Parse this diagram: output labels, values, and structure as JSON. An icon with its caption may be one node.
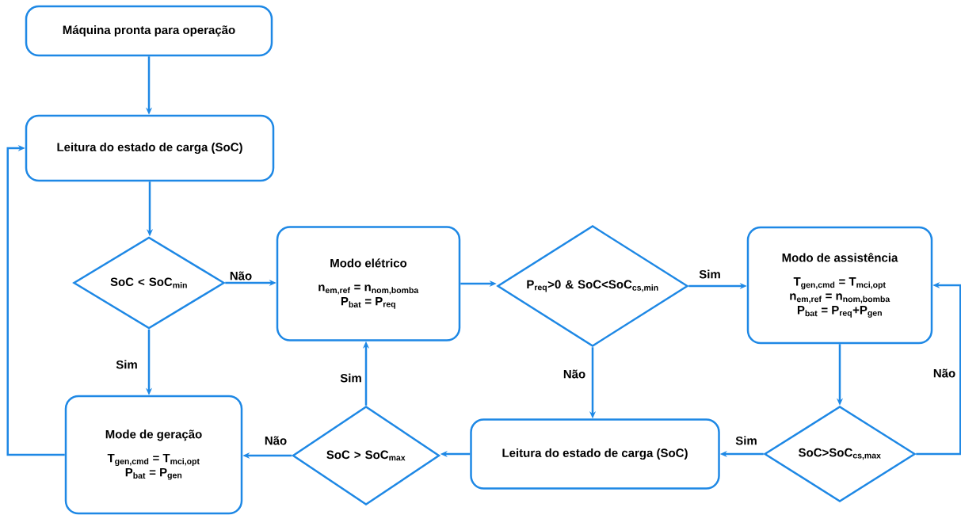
{
  "diagram": {
    "nodes": [
      {
        "text": [
          "Máquina pronta para operação"
        ]
      },
      {
        "text": [
          "Leitura do estado de carga (SoC)"
        ]
      },
      {
        "text": [
          "SoC < SoC$_{min}$"
        ]
      },
      {
        "text": [
          "Modo elétrico",
          "n$_{em,ref}$ = n$_{nom,bomba}$",
          "P$_{bat}$ = P$_{req}$"
        ]
      },
      {
        "text": [
          "P$_{req}$>0 & SoC<SoC$_{cs,min}$"
        ]
      },
      {
        "text": [
          "Modo de assistência",
          "T$_{gen,cmd}$ = T$_{mci,opt}$",
          "n$_{em,ref}$ = n$_{nom,bomba}$",
          "P$_{bat}$ = P$_{req}$+P$_{gen}$"
        ]
      },
      {
        "text": [
          "Mode de geração",
          "T$_{gen,cmd}$ = T$_{mci,opt}$",
          "P$_{bat}$ = P$_{gen}$"
        ]
      },
      {
        "text": [
          "SoC > SoC$_{max}$"
        ]
      },
      {
        "text": [
          "Leitura do estado de carga (SoC)"
        ]
      },
      {
        "text": [
          "SoC>SoC$_{cs,max}$"
        ]
      }
    ],
    "edges": [
      {
        "from": 0,
        "to": 1,
        "arrow": "to"
      },
      {
        "from": 1,
        "to": 2,
        "arrow": "to"
      },
      {
        "from": 2,
        "to": 3,
        "arrow": "to",
        "label": "Não"
      },
      {
        "from": 2,
        "to": 6,
        "arrow": "to",
        "label": "Sim"
      },
      {
        "from": 3,
        "to": 4,
        "arrow": "to"
      },
      {
        "from": 4,
        "to": 5,
        "arrow": "to",
        "label": "Sim"
      },
      {
        "from": 4,
        "to": 8,
        "arrow": "to",
        "label": "Não"
      },
      {
        "from": 5,
        "to": 9,
        "arrow": "to"
      },
      {
        "from": 9,
        "to": 8,
        "arrow": "to",
        "label": "Sim"
      },
      {
        "from": 9,
        "to": 5,
        "arrow": "to",
        "label": "Não"
      },
      {
        "from": 8,
        "to": 7,
        "arrow": "to"
      },
      {
        "from": 7,
        "to": 3,
        "arrow": "to",
        "label": "Sim"
      },
      {
        "from": 7,
        "to": 6,
        "arrow": "to",
        "label": "Não"
      },
      {
        "from": 6,
        "to": 1,
        "arrow": "to"
      }
    ]
  }
}
